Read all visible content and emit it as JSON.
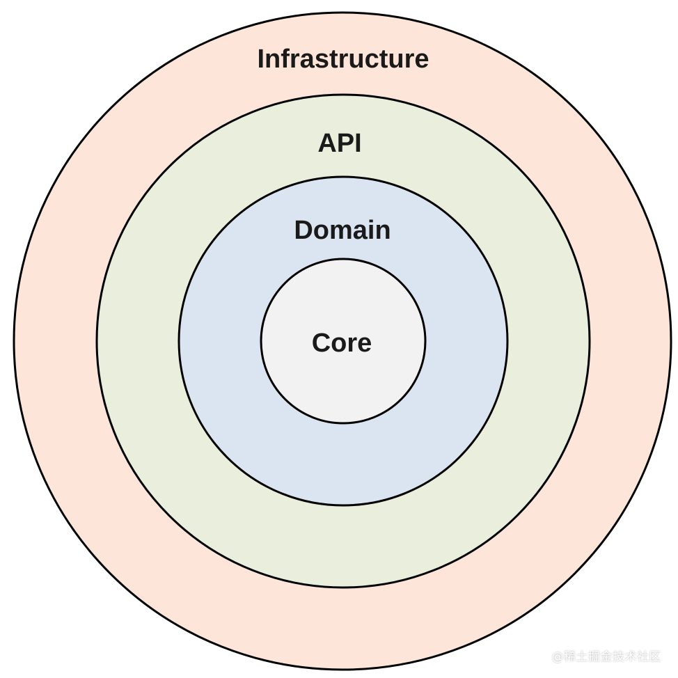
{
  "diagram": {
    "layers": [
      {
        "label": "Infrastructure",
        "fill": "#fde6d9"
      },
      {
        "label": "API",
        "fill": "#e9efdc"
      },
      {
        "label": "Domain",
        "fill": "#dbe5f1"
      },
      {
        "label": "Core",
        "fill": "#f2f2f2"
      }
    ],
    "stroke_color": "#000000"
  },
  "watermark": "@稀土掘金技术社区"
}
